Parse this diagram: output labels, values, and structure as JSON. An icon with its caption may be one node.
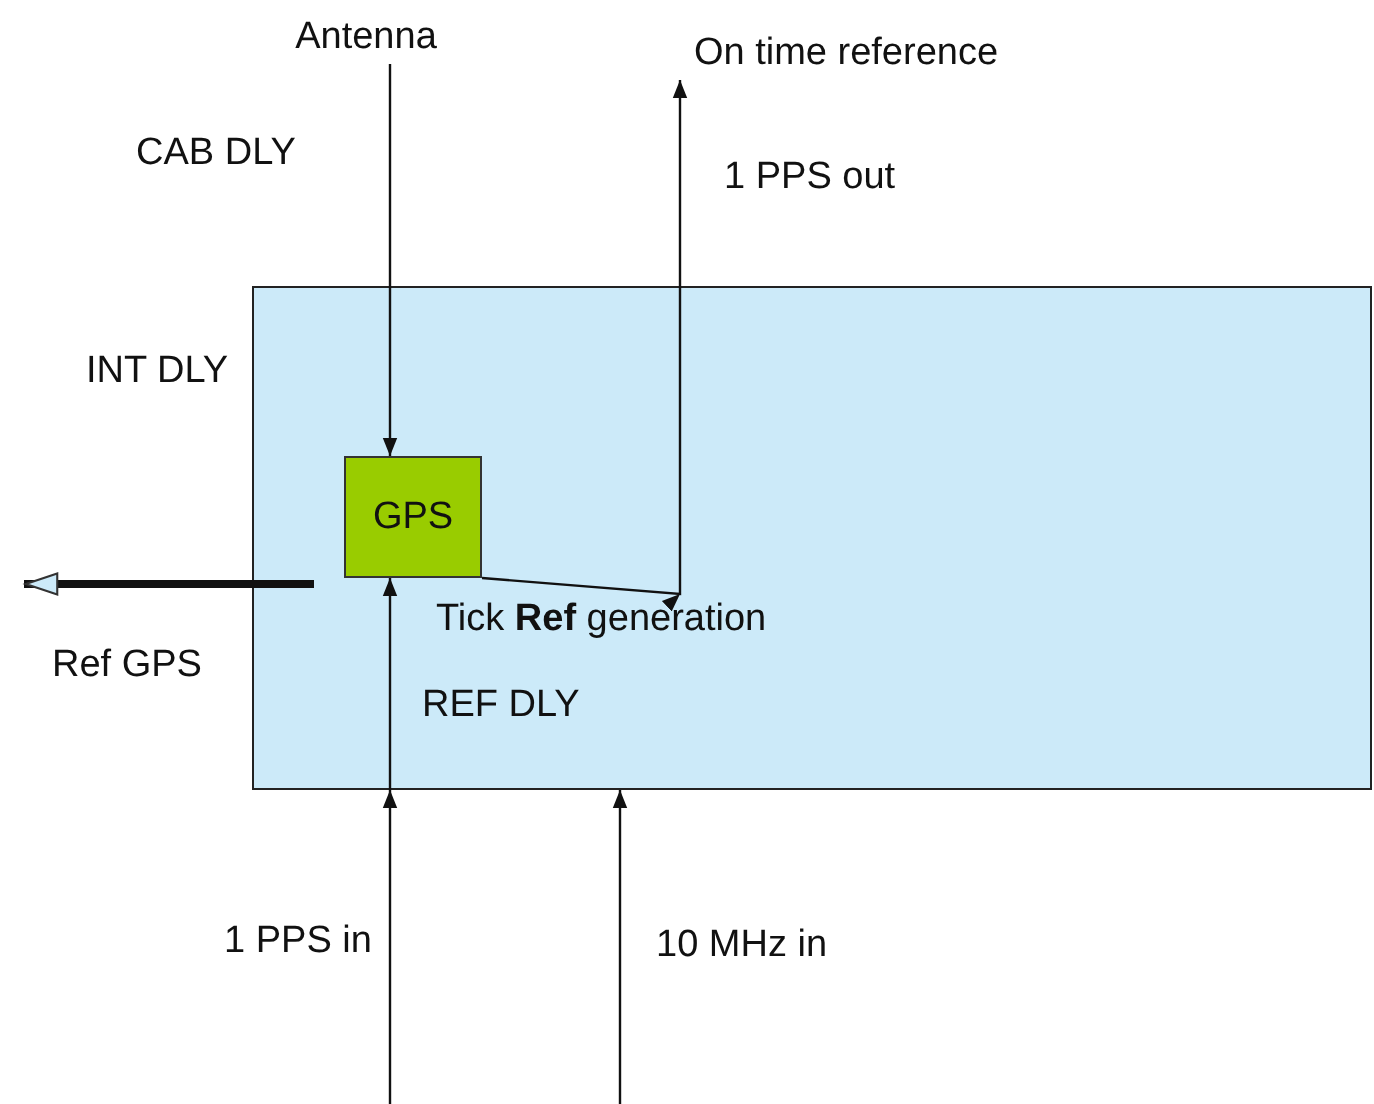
{
  "diagram": {
    "nodes": [
      {
        "text": [
          "Antenna"
        ]
      },
      {
        "text": [
          "On time reference"
        ]
      },
      {
        "text": [],
        "shape": "box"
      },
      {
        "text": [
          "GPS"
        ],
        "in": 2
      }
    ],
    "edges": [
      {
        "from": 0,
        "to": 3,
        "arrow": "to"
      },
      {
        "from": 3,
        "to": 1,
        "arrow": "to"
      },
      {
        "from": 2,
        "to": null,
        "arrow": "to",
        "style": "thick"
      },
      {
        "from": 2,
        "to": 3,
        "arrow": "to"
      },
      {
        "from": null,
        "to": 2,
        "arrow": "to"
      },
      {
        "from": null,
        "to": 2,
        "arrow": "to"
      }
    ],
    "labels": [
      "CAB DLY",
      "1 PPS out",
      "INT DLY",
      "Tick **Ref** generation",
      "Ref GPS",
      "REF DLY",
      "1 PPS in",
      "10 MHz in"
    ]
  }
}
